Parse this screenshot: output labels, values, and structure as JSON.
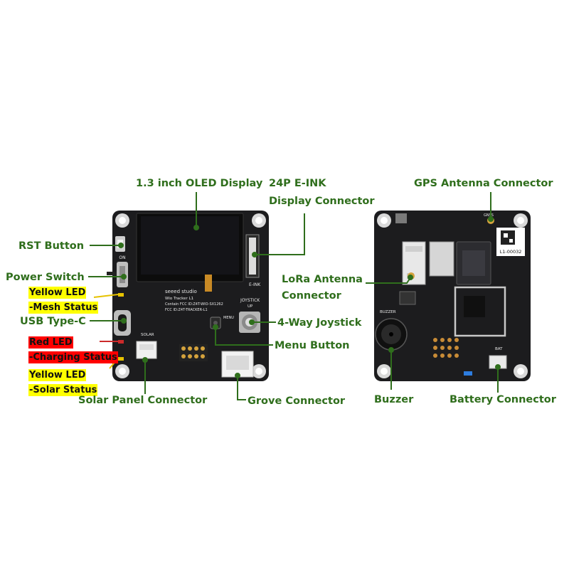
{
  "colors": {
    "label_green": "#2f6e1c",
    "pcb_black": "#1c1c1e",
    "highlight_yellow": "#ffff00",
    "highlight_red": "#ff0000"
  },
  "labels": {
    "oled": "1.3 inch OLED Display",
    "eink_1": "24P E-INK",
    "eink_2": "Display Connector",
    "rst": "RST Button",
    "power": "Power Switch",
    "usb": "USB Type-C",
    "joystick": "4-Way Joystick",
    "menu": "Menu Button",
    "solar": "Solar Panel Connector",
    "grove": "Grove Connector",
    "gps": "GPS Antenna Connector",
    "lora_1": "LoRa Antenna",
    "lora_2": "Connector",
    "buzzer": "Buzzer",
    "battery": "Battery Connector"
  },
  "highlights": {
    "mesh_1": "Yellow LED",
    "mesh_2": "-Mesh Status",
    "charge_1": "Red LED",
    "charge_2": "-Charging Status",
    "solar_1": "Yellow LED",
    "solar_2": "-Solar Status"
  },
  "silkscreen": {
    "brand": "seeed studio",
    "model": "Wio Tracker L1",
    "fcc_1": "Contain FCC ID:Z4T-WIO-SX1262",
    "fcc_2": "FCC ID:Z4T-TRACKER-L1",
    "joystick": "JOYSTICK",
    "up": "UP",
    "menu": "MENU",
    "eink": "E-INK",
    "solar": "SOLAR",
    "on": "ON",
    "gnss": "GNSS",
    "serial": "L1-00032",
    "buzzer": "BUZZER",
    "bat": "BAT"
  }
}
